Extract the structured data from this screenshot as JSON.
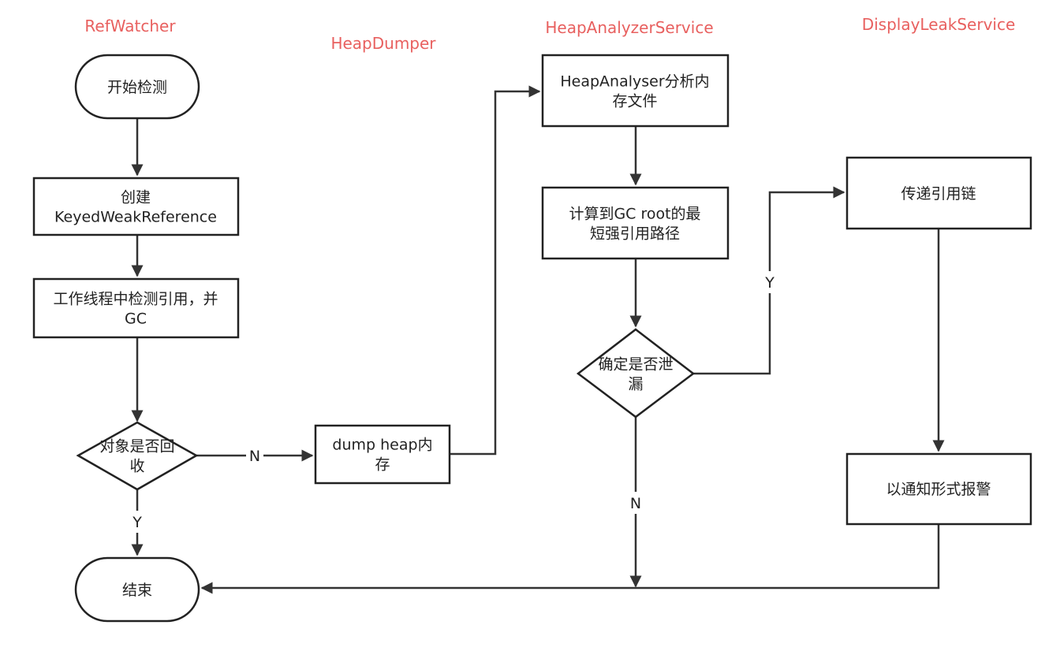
{
  "colors": {
    "lane_title": "#e8605f",
    "stroke": "#222222",
    "background": "#ffffff"
  },
  "lanes": {
    "ref_watcher": "RefWatcher",
    "heap_dumper": "HeapDumper",
    "heap_analyzer_service": "HeapAnalyzerService",
    "display_leak_service": "DisplayLeakService"
  },
  "nodes": {
    "start": {
      "lines": [
        "开始检测"
      ]
    },
    "create_ref": {
      "lines": [
        "创建",
        "KeyedWeakReference"
      ]
    },
    "check_gc": {
      "lines": [
        "工作线程中检测引用，并",
        "GC"
      ]
    },
    "is_recycled": {
      "lines": [
        "对象是否回",
        "收"
      ]
    },
    "dump_heap": {
      "lines": [
        "dump heap内",
        "存"
      ]
    },
    "analyze": {
      "lines": [
        "HeapAnalyser分析内",
        "存文件"
      ]
    },
    "shortest_path": {
      "lines": [
        "计算到GC root的最",
        "短强引用路径"
      ]
    },
    "is_leak": {
      "lines": [
        "确定是否泄",
        "漏"
      ]
    },
    "pass_chain": {
      "lines": [
        "传递引用链"
      ]
    },
    "notify": {
      "lines": [
        "以通知形式报警"
      ]
    },
    "end": {
      "lines": [
        "结束"
      ]
    }
  },
  "edge_labels": {
    "recycled_no": "N",
    "recycled_yes": "Y",
    "leak_yes": "Y",
    "leak_no": "N"
  }
}
